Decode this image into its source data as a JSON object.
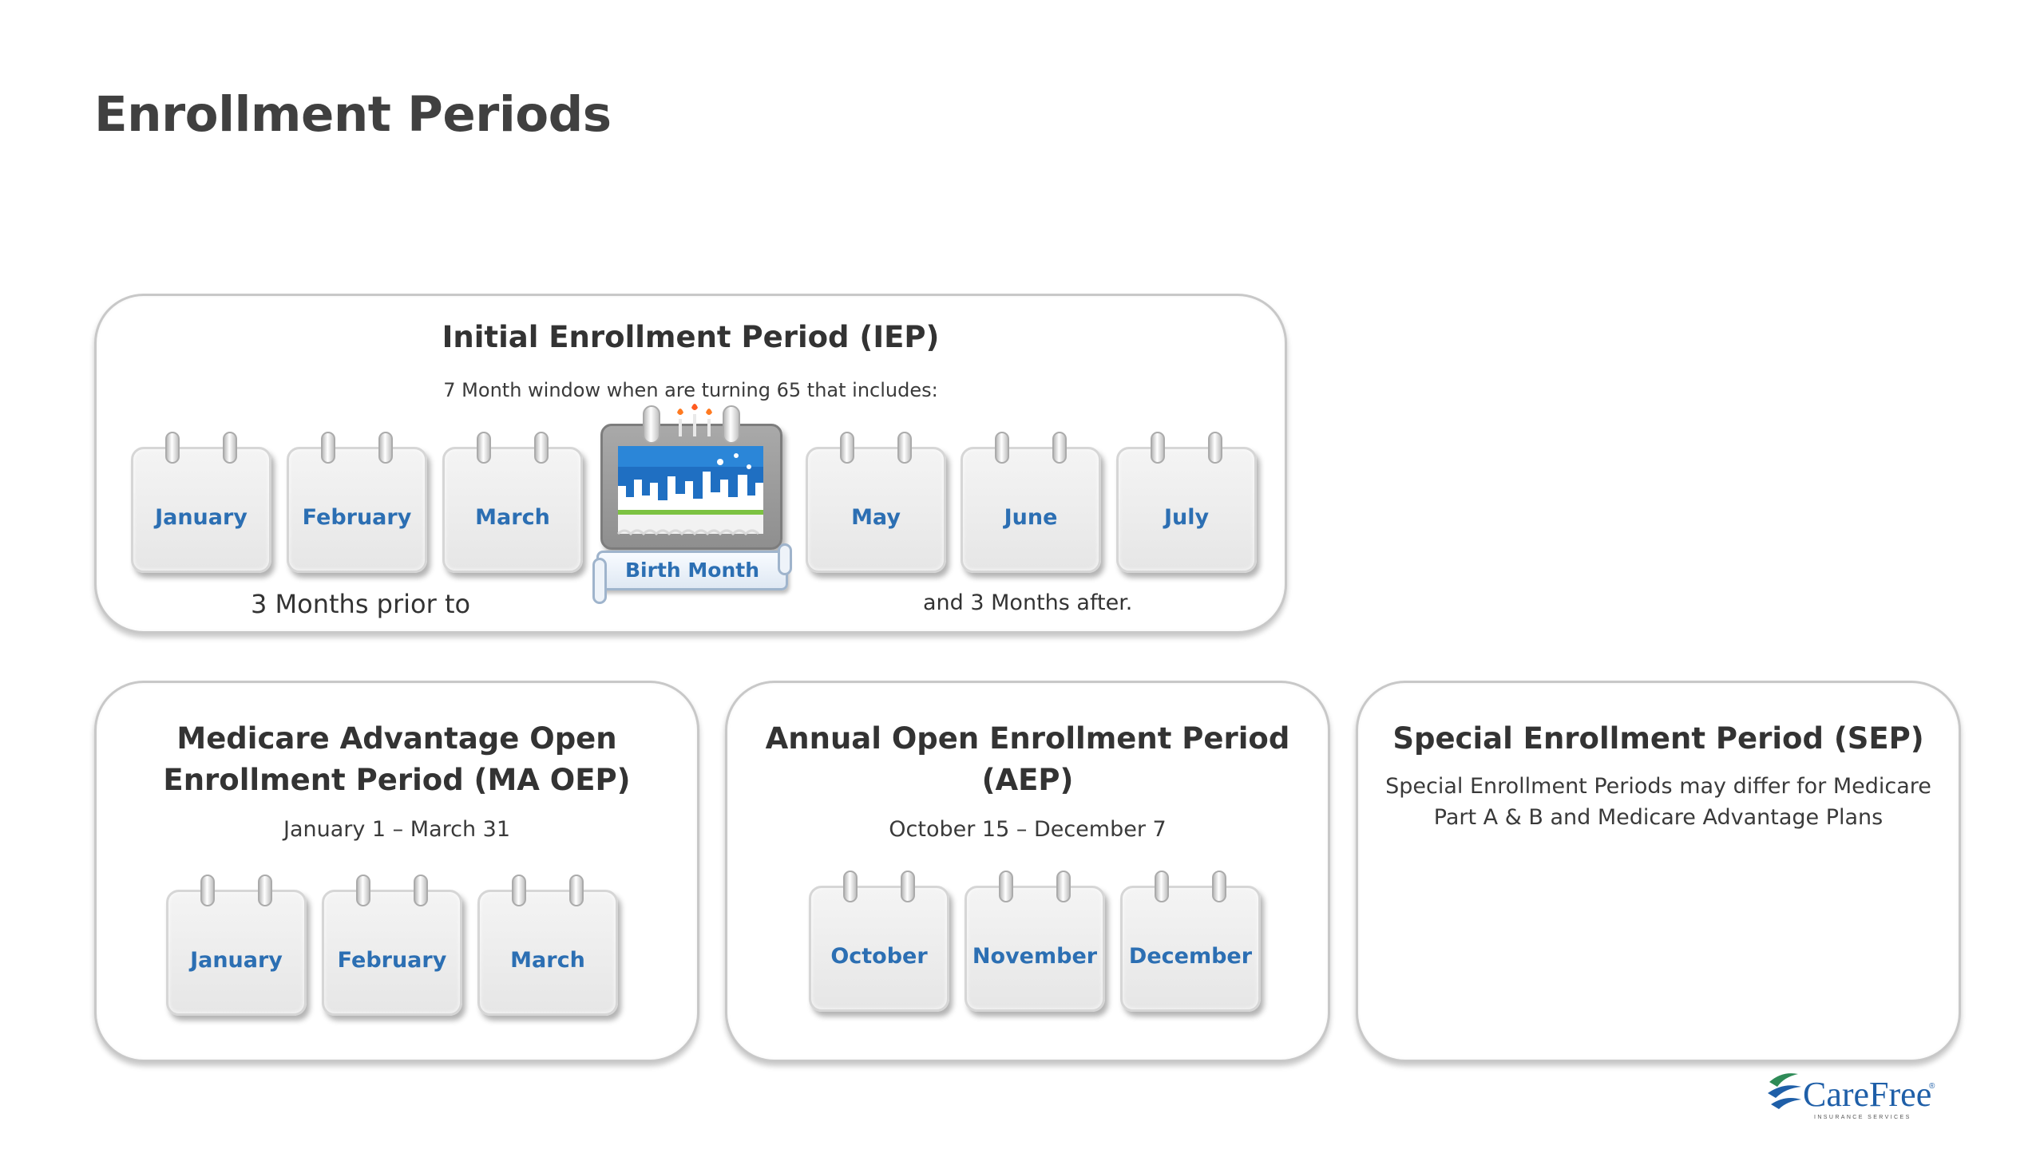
{
  "page": {
    "title": "Enrollment Periods"
  },
  "iep": {
    "title": "Initial Enrollment Period (IEP)",
    "subtitle": "7 Month window when are turning 65 that includes:",
    "months_before": [
      "January",
      "February",
      "March"
    ],
    "birth_month_label": "Birth Month",
    "months_after": [
      "May",
      "June",
      "July"
    ],
    "caption_prior": "3 Months prior to",
    "caption_after": "and 3 Months after."
  },
  "ma_oep": {
    "title": "Medicare Advantage Open\nEnrollment Period (MA OEP)",
    "dates": "January 1 – March 31",
    "months": [
      "January",
      "February",
      "March"
    ]
  },
  "aep": {
    "title": "Annual Open Enrollment Period\n(AEP)",
    "dates": "October 15 – December 7",
    "months": [
      "October",
      "November",
      "December"
    ]
  },
  "sep": {
    "title": "Special Enrollment Period  (SEP)",
    "description": "Special Enrollment Periods may differ for Medicare\nPart A & B and Medicare Advantage Plans"
  },
  "logo": {
    "brand": "CareFree",
    "tagline": "INSURANCE SERVICES",
    "trademark": "®"
  },
  "colors": {
    "month_label": "#2c6fb3",
    "logo_blue": "#1f5fa8",
    "logo_green": "#2e8b57",
    "panel_border": "#c8c8c8"
  },
  "icons": {
    "calendar": "calendar-page-icon",
    "birthday": "birthday-cake-calendar-icon"
  }
}
